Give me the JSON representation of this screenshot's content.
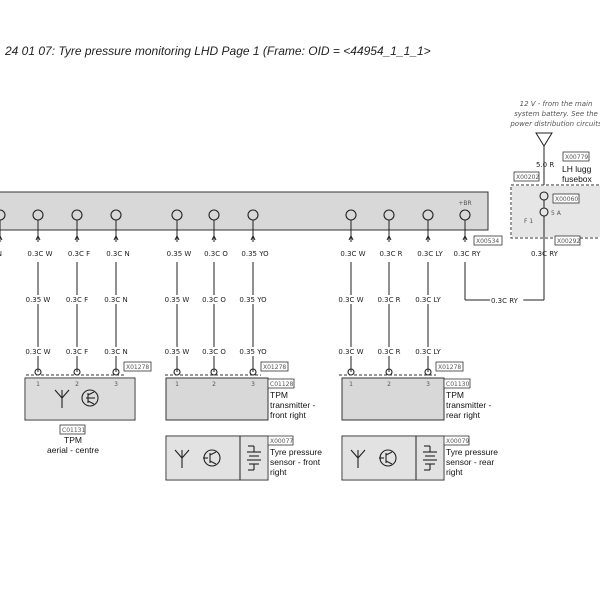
{
  "page_title": "24 01 07: Tyre pressure monitoring LHD  Page 1  (Frame: OID = <44954_1_1_1>",
  "supply": {
    "note_lines": [
      "12 V - from the main",
      "system battery. See the",
      "power distribution circuits"
    ],
    "fuse_value": "5.0 R",
    "fuse_ref": "X00779",
    "luggage_label_1": "LH lugg",
    "luggage_label_2": "fusebox",
    "fuse_rating": "5 A",
    "fuse_id": "F 1",
    "fuse_conn": "X00060",
    "conn_upper": "X00202",
    "conn_right": "X00292",
    "wire_right": "0.3C RY"
  },
  "module_top": {
    "pins": [
      {
        "pin": "",
        "wire": "ON"
      },
      {
        "pin": "",
        "wire": "0.3C W"
      },
      {
        "pin": "",
        "wire": "0.3C F"
      },
      {
        "pin": "",
        "wire": "0.3C N"
      },
      {
        "pin": "",
        "wire": "0.35 W"
      },
      {
        "pin": "",
        "wire": "0.3C O"
      },
      {
        "pin": "",
        "wire": "0.35 YO"
      },
      {
        "pin": "",
        "wire": "0.3C W"
      },
      {
        "pin": "",
        "wire": "0.3C R"
      },
      {
        "pin": "",
        "wire": "0.3C LY"
      },
      {
        "pin": "+BR",
        "wire": "0.3C RY"
      }
    ],
    "conn_ref": "X00534"
  },
  "mid_wires": [
    "0.35 W",
    "0.3C F",
    "0.3C N",
    "0.35 W",
    "0.3C O",
    "0.35 YO",
    "0.3C W",
    "0.3C R",
    "0.3C LY"
  ],
  "low_wires": [
    "0.3C W",
    "0.3C F",
    "0.3C N",
    "0.35 W",
    "0.3C O",
    "0.35 YO",
    "0.3C W",
    "0.3C R",
    "0.3C LY"
  ],
  "bus_wire": "0.3C RY",
  "modules": [
    {
      "conn": "X01278",
      "id": "C01131",
      "label_lines": [
        "TPM",
        "aerial - centre"
      ],
      "pins": [
        "1",
        "2",
        "3"
      ]
    },
    {
      "conn": "X01278",
      "id": "C01128",
      "label_lines": [
        "TPM",
        "transmitter -",
        "front right"
      ],
      "pins": [
        "1",
        "2",
        "3"
      ]
    },
    {
      "conn": "X01278",
      "id": "C01130",
      "label_lines": [
        "TPM",
        "transmitter -",
        "rear right"
      ],
      "pins": [
        "1",
        "2",
        "3"
      ]
    }
  ],
  "sensors": [
    {
      "id": "X00077",
      "label_lines": [
        "Tyre pressure",
        "sensor - front",
        "right"
      ]
    },
    {
      "id": "X00079",
      "label_lines": [
        "Tyre pressure",
        "sensor - rear",
        "right"
      ]
    }
  ]
}
